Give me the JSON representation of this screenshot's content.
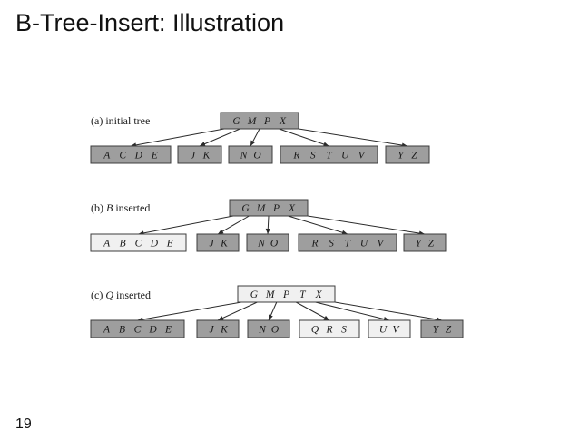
{
  "title": "B-Tree-Insert: Illustration",
  "page_number": "19",
  "colors": {
    "unchanged_node": "#9e9e9e",
    "changed_node": "#f0f0f0",
    "edge": "#2a2a2a"
  },
  "panels": [
    {
      "caption_prefix": "(a)",
      "caption_key": "",
      "caption_text": "initial tree",
      "root": {
        "keys": [
          "G",
          "M",
          "P",
          "X"
        ],
        "changed": false
      },
      "leaves": [
        {
          "keys": [
            "A",
            "C",
            "D",
            "E"
          ],
          "changed": false
        },
        {
          "keys": [
            "J",
            "K"
          ],
          "changed": false
        },
        {
          "keys": [
            "N",
            "O"
          ],
          "changed": false
        },
        {
          "keys": [
            "R",
            "S",
            "T",
            "U",
            "V"
          ],
          "changed": false
        },
        {
          "keys": [
            "Y",
            "Z"
          ],
          "changed": false
        }
      ]
    },
    {
      "caption_prefix": "(b)",
      "caption_key": "B",
      "caption_text": "inserted",
      "root": {
        "keys": [
          "G",
          "M",
          "P",
          "X"
        ],
        "changed": false
      },
      "leaves": [
        {
          "keys": [
            "A",
            "B",
            "C",
            "D",
            "E"
          ],
          "changed": true
        },
        {
          "keys": [
            "J",
            "K"
          ],
          "changed": false
        },
        {
          "keys": [
            "N",
            "O"
          ],
          "changed": false
        },
        {
          "keys": [
            "R",
            "S",
            "T",
            "U",
            "V"
          ],
          "changed": false
        },
        {
          "keys": [
            "Y",
            "Z"
          ],
          "changed": false
        }
      ]
    },
    {
      "caption_prefix": "(c)",
      "caption_key": "Q",
      "caption_text": "inserted",
      "root": {
        "keys": [
          "G",
          "M",
          "P",
          "T",
          "X"
        ],
        "changed": true
      },
      "leaves": [
        {
          "keys": [
            "A",
            "B",
            "C",
            "D",
            "E"
          ],
          "changed": false
        },
        {
          "keys": [
            "J",
            "K"
          ],
          "changed": false
        },
        {
          "keys": [
            "N",
            "O"
          ],
          "changed": false
        },
        {
          "keys": [
            "Q",
            "R",
            "S"
          ],
          "changed": true
        },
        {
          "keys": [
            "U",
            "V"
          ],
          "changed": true
        },
        {
          "keys": [
            "Y",
            "Z"
          ],
          "changed": false
        }
      ]
    }
  ]
}
